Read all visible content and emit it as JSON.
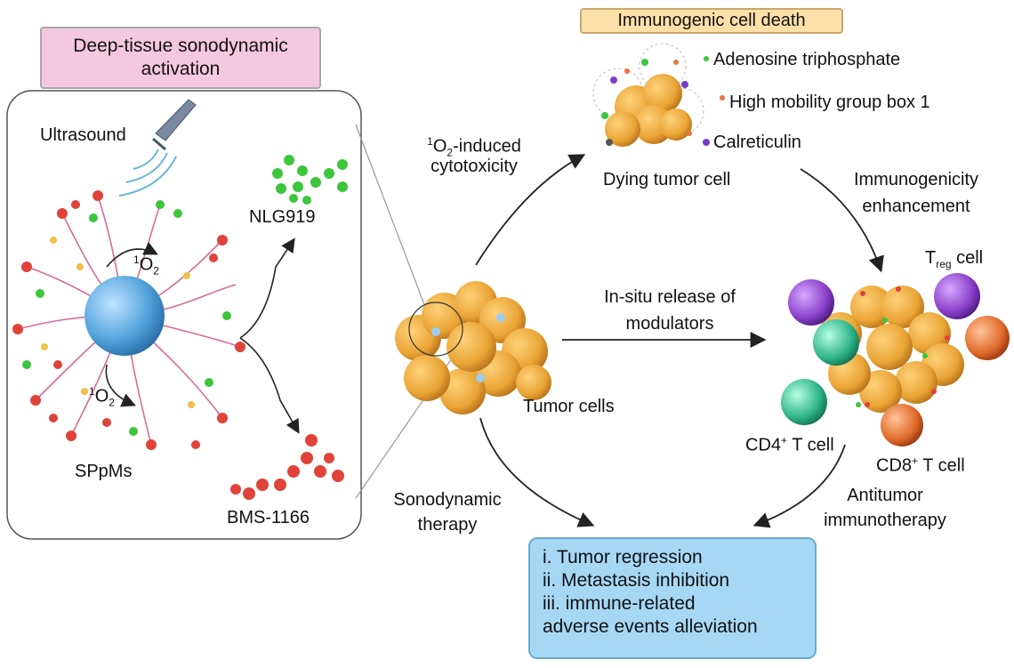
{
  "panel": {
    "title_line1": "Deep-tissue sonodynamic",
    "title_line2": "activation",
    "ultrasound": "Ultrasound",
    "nlg919": "NLG919",
    "bms": "BMS-1166",
    "spms": "SPpMs",
    "singlet_o2_top": "O",
    "singlet_o2_bottom": "O"
  },
  "icd": {
    "title": "Immunogenic cell death",
    "legend": [
      "Adenosine triphosphate",
      "High mobility group box 1",
      "Calreticulin"
    ],
    "legend_colors": [
      "#3cc63c",
      "#e8743c",
      "#7a3cc8"
    ],
    "dying": "Dying tumor cell"
  },
  "labels": {
    "o2_induced_a": "O",
    "o2_induced_b": "-induced",
    "cytotoxicity": "cytotoxicity",
    "immunogenicity": "Immunogenicity",
    "enhancement": "enhancement",
    "insitu": "In-situ release of",
    "modulators": "modulators",
    "tumor_cells": "Tumor cells",
    "treg_t": "T",
    "treg_sub": "reg",
    "treg_cell": " cell",
    "cd4": "CD4",
    "cd8": "CD8",
    "tcell": " T cell",
    "sonodynamic": "Sonodynamic",
    "therapy": "therapy",
    "antitumor": "Antitumor",
    "immunotherapy": "immunotherapy"
  },
  "outcome": {
    "items": [
      "i. Tumor regression",
      "ii. Metastasis inhibition",
      "iii. immune-related",
      "adverse events alleviation"
    ]
  },
  "colors": {
    "tumor": "#e9a435",
    "sphere": "#5aa8e0",
    "ctl_red": "#e0433a",
    "green": "#3cc63c",
    "purple": "#8a3fc9",
    "teal": "#2fb489",
    "orange": "#e06a2a"
  }
}
